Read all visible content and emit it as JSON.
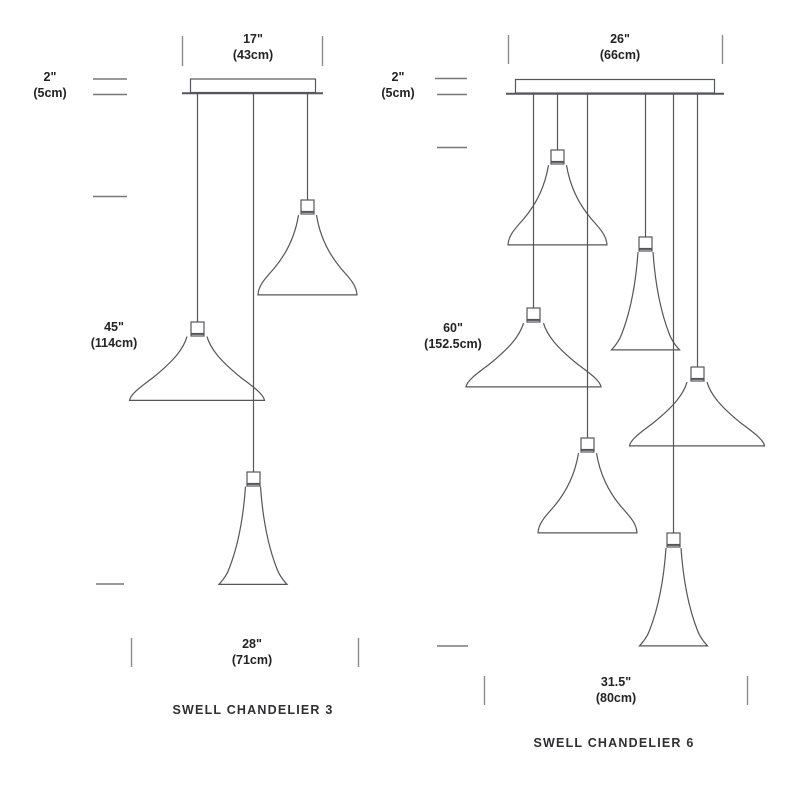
{
  "page": {
    "background_color": "#ffffff",
    "line_color": "#55565a",
    "guide_color": "#8a8b8d",
    "text_color": "#232323"
  },
  "diagrams": [
    {
      "title": "SWELL CHANDELIER 3",
      "pendants": 3,
      "canopy_width_in": "17\"",
      "canopy_width_cm": "(43cm)",
      "canopy_thickness_in": "2\"",
      "canopy_thickness_cm": "(5cm)",
      "drop_in": "45\"",
      "drop_cm": "(114cm)",
      "overall_width_in": "28\"",
      "overall_width_cm": "(71cm)"
    },
    {
      "title": "SWELL CHANDELIER 6",
      "pendants": 6,
      "canopy_width_in": "26\"",
      "canopy_width_cm": "(66cm)",
      "canopy_thickness_in": "2\"",
      "canopy_thickness_cm": "(5cm)",
      "drop_in": "60\"",
      "drop_cm": "(152.5cm)",
      "overall_width_in": "31.5\"",
      "overall_width_cm": "(80cm)"
    }
  ]
}
